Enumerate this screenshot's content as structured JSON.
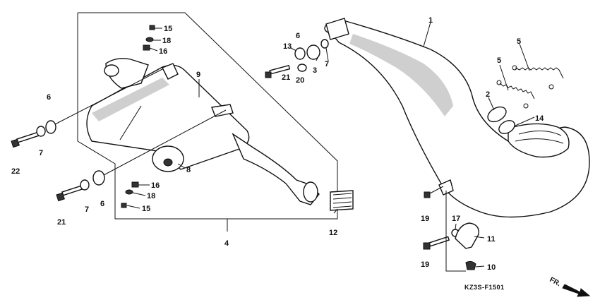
{
  "diagram": {
    "code": "KZ3S-F1501",
    "direction": "FR.",
    "callouts": {
      "c1": "1",
      "c2": "2",
      "c3": "3",
      "c4": "4",
      "c5a": "5",
      "c5b": "5",
      "c6a": "6",
      "c6b": "6",
      "c6c": "6",
      "c7a": "7",
      "c7b": "7",
      "c7c": "7",
      "c8": "8",
      "c9": "9",
      "c10": "10",
      "c11": "11",
      "c12": "12",
      "c13": "13",
      "c14": "14",
      "c15a": "15",
      "c15b": "15",
      "c16a": "16",
      "c16b": "16",
      "c17": "17",
      "c18a": "18",
      "c18b": "18",
      "c19a": "19",
      "c19b": "19",
      "c20": "20",
      "c21a": "21",
      "c21b": "21",
      "c22": "22"
    }
  }
}
